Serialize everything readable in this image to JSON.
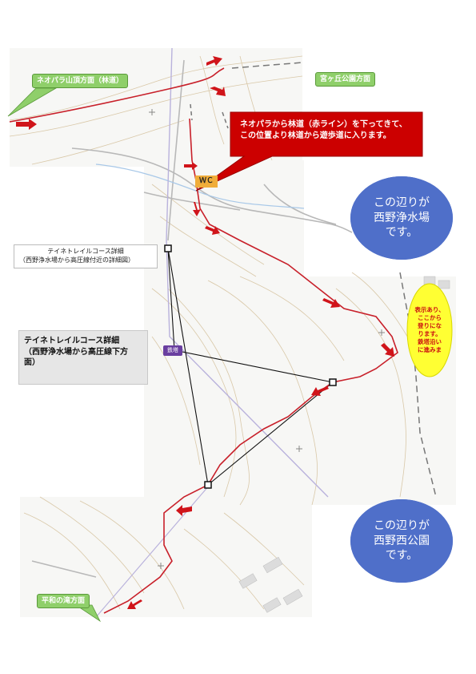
{
  "labels": {
    "neopara_summit": "ネオパラ山頂方面（林道）",
    "miyagaoka_park": "宮ヶ丘公園方面",
    "callout_lines": [
      "ネオパラから林道（赤ライン）を下ってきて、",
      "この位置より林道から遊歩道に入ります。"
    ],
    "wc": "ＷＣ",
    "nishino_water": [
      "この辺りが",
      "西野浄水場",
      "です。"
    ],
    "trail_detail_small": [
      "テイネトレイルコース詳細",
      "（西野浄水場から高圧線付近の詳細図）"
    ],
    "trail_detail_large": [
      "テイネトレイルコース詳細",
      "（西野浄水場から高圧線下方",
      "面）"
    ],
    "steel_tower": "鉄塔",
    "yellow_note": [
      "表示あり、",
      "ここから",
      "登りにな",
      "ります。",
      "鉄塔沿い",
      "に進みま"
    ],
    "nishino_west_park": [
      "この辺りが",
      "西野西公園",
      "です。"
    ],
    "heiwa_falls": "平和の滝方面"
  },
  "colors": {
    "route": "#c8202a",
    "callout": "#cc0000",
    "label_green": "#8fcf6a",
    "blue_oval": "#4f6fc9",
    "yellow_oval": "#ffff33",
    "tower": "#6a3fa0",
    "wc": "#f0ad3a"
  },
  "icons": {
    "arrow": "red-direction-arrow",
    "square": "waypoint-square"
  }
}
